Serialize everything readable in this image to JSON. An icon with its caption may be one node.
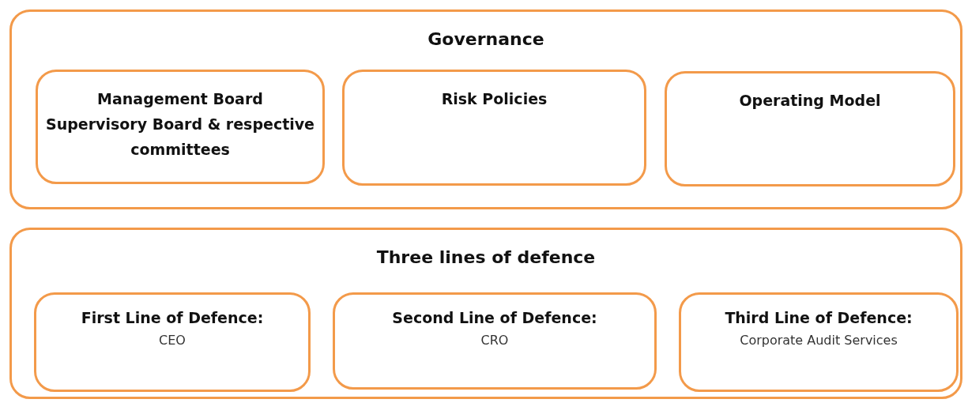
{
  "diagram": {
    "nodes": [
      {
        "text": [
          "Governance"
        ]
      },
      {
        "text": [
          "Management Board Supervisory Board & respective committees"
        ],
        "in": 0
      },
      {
        "text": [
          "Risk Policies"
        ],
        "in": 0
      },
      {
        "text": [
          "Operating Model"
        ],
        "in": 0
      },
      {
        "text": [
          "Three lines of defence"
        ]
      },
      {
        "text": [
          "First Line of Defence:",
          "CEO"
        ],
        "in": 4
      },
      {
        "text": [
          "Second Line of Defence:",
          "CRO"
        ],
        "in": 4
      },
      {
        "text": [
          "Third Line of Defence:",
          "Corporate Audit Services"
        ],
        "in": 4
      }
    ]
  }
}
